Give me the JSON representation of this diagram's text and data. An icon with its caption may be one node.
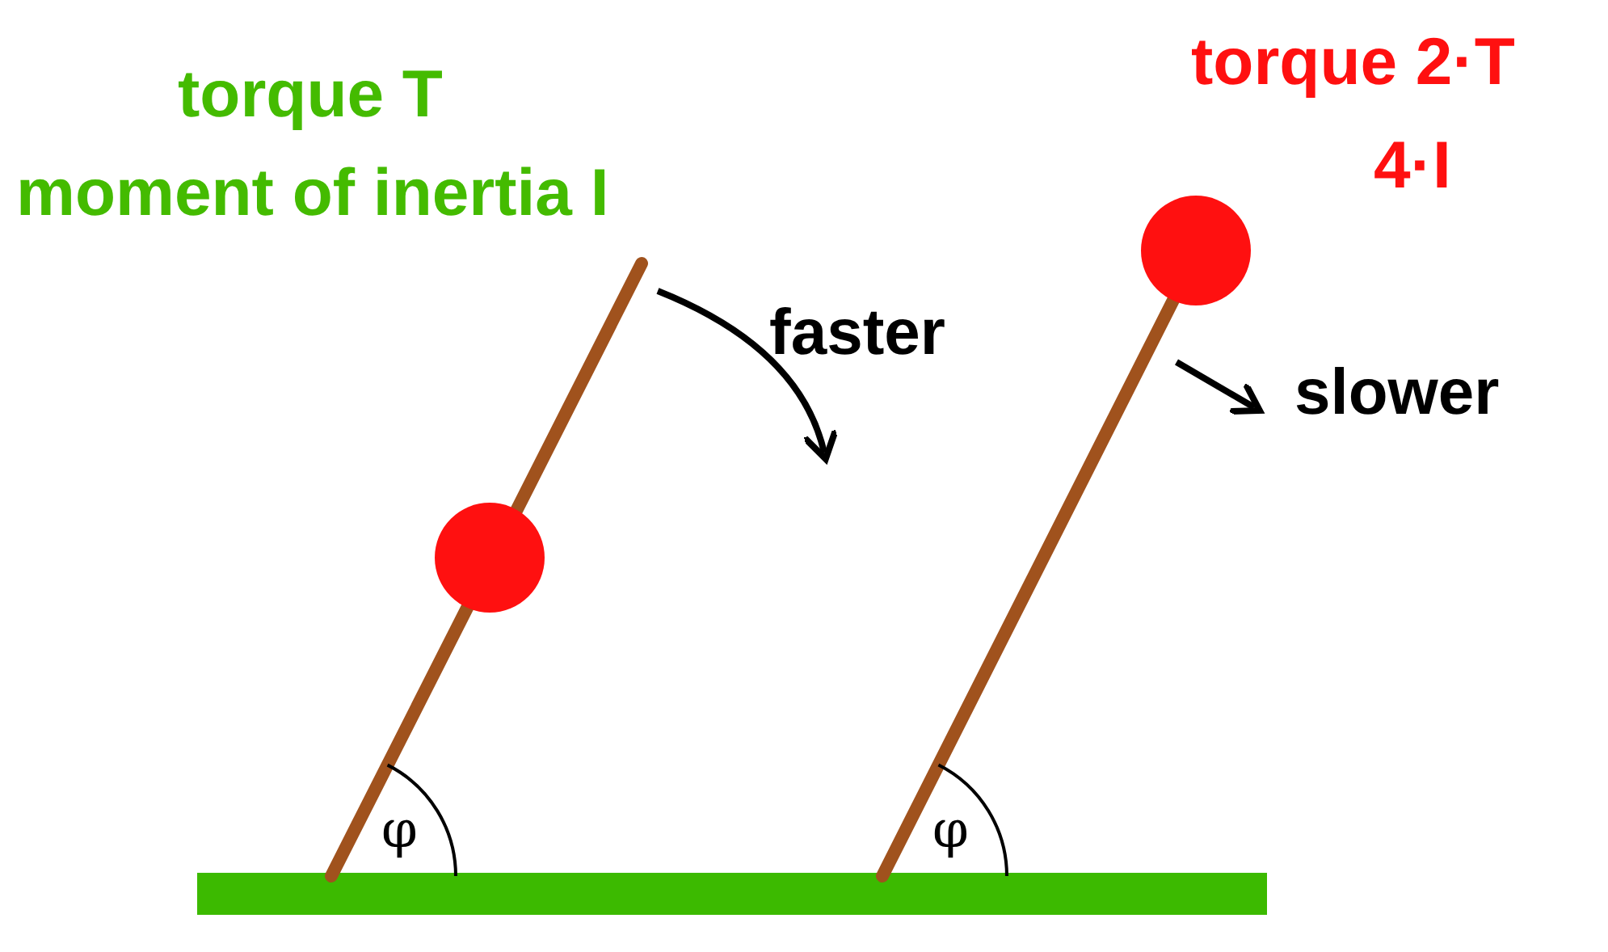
{
  "diagram": {
    "labels": [
      "torque T",
      "moment of inertia I",
      "torque 2·T",
      "4·I",
      "faster",
      "slower",
      "φ",
      "φ"
    ]
  }
}
